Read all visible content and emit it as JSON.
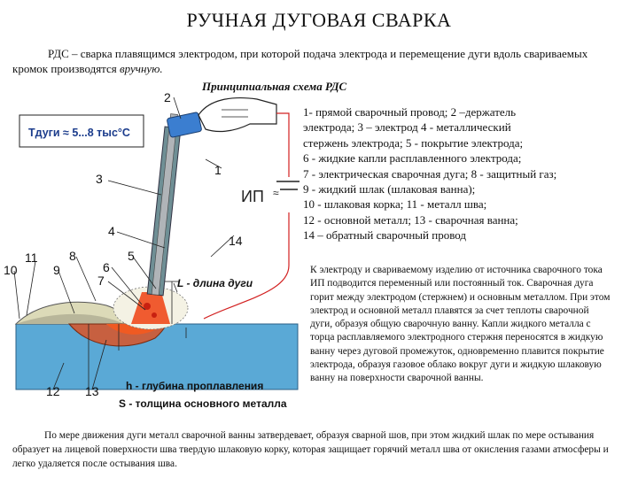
{
  "title": "РУЧНАЯ ДУГОВАЯ СВАРКА",
  "intro": {
    "text_before": "РДС – сварка плавящимся электродом, при которой подача электрода и перемещение дуги вдоль свариваемых кромок производятся ",
    "text_italic": "вручную.",
    "scheme_title": "Принципиальная схема РДС"
  },
  "diagram": {
    "temperature_label": "Tдуги ≈ 5...8 тыс°С",
    "source_label": "ИП",
    "source_symbol": "≈",
    "arc_length_label": "L - длина дуги",
    "penetration_label": "h - глубина проплавления",
    "thickness_label": "S - толщина основного металла",
    "numbers": {
      "n1": "1",
      "n2": "2",
      "n3": "3",
      "n4": "4",
      "n5": "5",
      "n6": "6",
      "n7": "7",
      "n8": "8",
      "n9": "9",
      "n10": "10",
      "n11": "11",
      "n12": "12",
      "n13": "13",
      "n14": "14"
    },
    "colors": {
      "electrode": "#8a8f93",
      "coating": "#6f8f95",
      "plate": "#5aa9d6",
      "arc": "#f04a1c",
      "wire": "#d22020",
      "slag": "#e8e6c8"
    }
  },
  "legend": [
    "1- прямой сварочный провод; 2 –держатель",
    "электрода; 3 – электрод 4 - металлический",
    "стержень электрода; 5 - покрытие электрода;",
    "6 - жидкие капли расплавленного электрода;",
    "7 - электрическая сварочная дуга; 8 - защитный газ;",
    "9 - жидкий шлак (шлаковая ванна);",
    "10 - шлаковая корка; 11 - металл шва;",
    "12 - основной металл; 13 - сварочная ванна;",
    "14 – обратный сварочный провод"
  ],
  "description": "К электроду и свариваемому изделию от источника сварочного тока ИП подводится переменный или постоянный ток. Сварочная дуга горит между электродом (стержнем) и основным металлом. При этом электрод и основной металл плавятся за счет теплоты сварочной дуги, образуя общую сварочную ванну. Капли жидкого металла с торца расплавляемого электродного стержня переносятся в жидкую ванну через дуговой промежуток, одновременно плавится покрытие электрода, образуя газовое облако вокруг дуги и жидкую шлаковую ванну на поверхности сварочной ванны.",
  "footer": "По мере движения дуги металл сварочной ванны затвердевает, образуя сварной шов, при этом жидкий шлак по мере остывания образует на лицевой поверхности шва твердую шлаковую корку, которая защищает горячий металл шва от окисления газами атмосферы и легко удаляется после остывания шва."
}
